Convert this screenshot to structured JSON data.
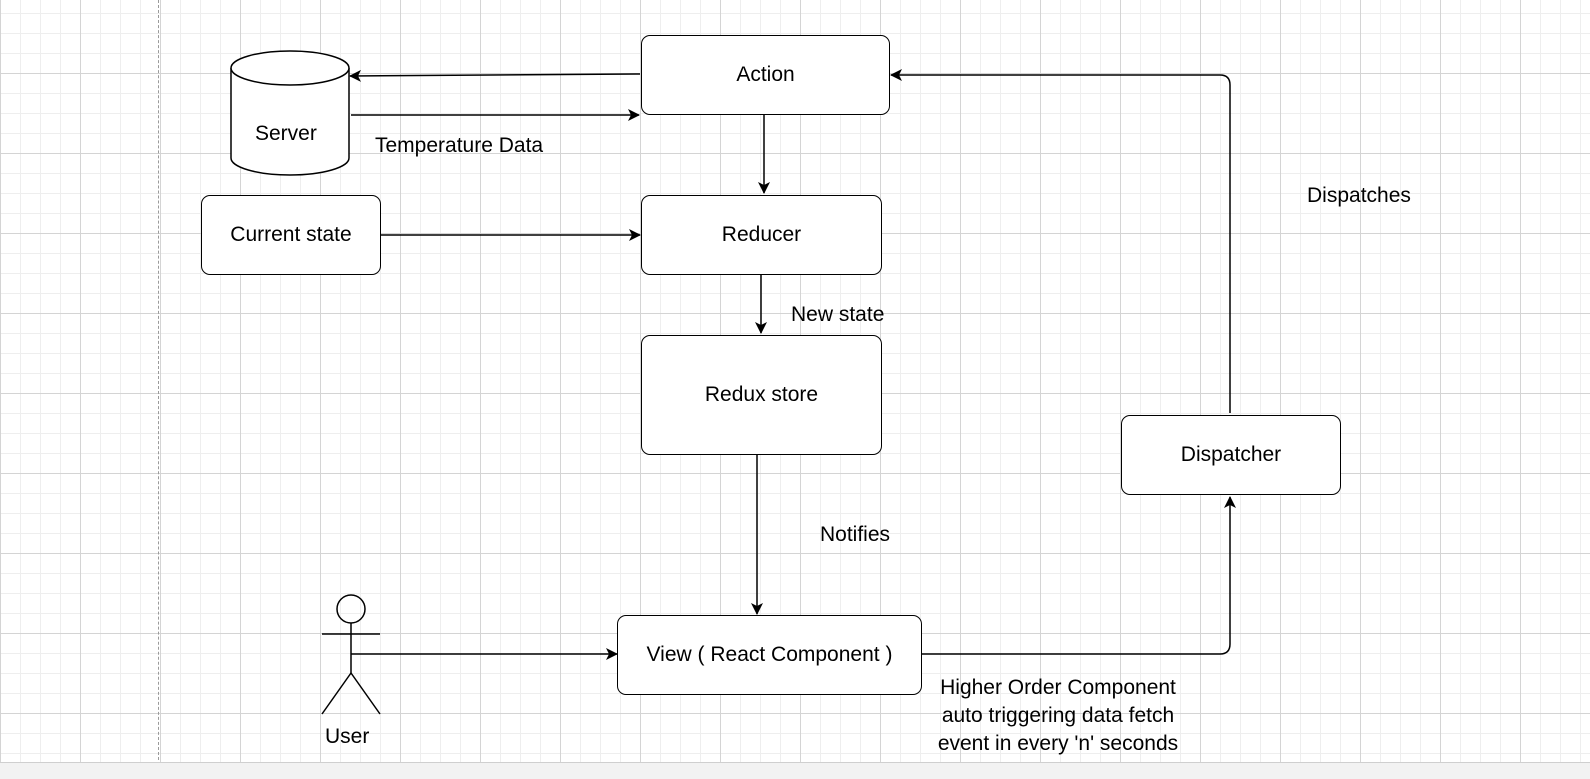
{
  "diagram": {
    "nodes": {
      "server": "Server",
      "action": "Action",
      "current_state": "Current state",
      "reducer": "Reducer",
      "redux_store": "Redux store",
      "dispatcher": "Dispatcher",
      "view": "View ( React Component )",
      "user": "User"
    },
    "edge_labels": {
      "temperature_data": "Temperature Data",
      "new_state": "New state",
      "notifies": "Notifies",
      "dispatches": "Dispatches",
      "hoc_line1": "Higher Order Component",
      "hoc_line2": "auto triggering data fetch",
      "hoc_line3": "event in every 'n' seconds"
    }
  }
}
